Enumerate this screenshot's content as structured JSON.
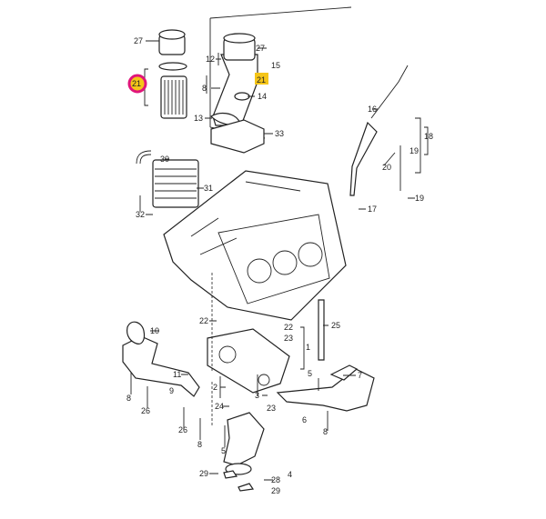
{
  "colors": {
    "highlight_fill": "#f5c518",
    "highlight_ring": "#e0157a",
    "line": "#222222"
  },
  "callouts": [
    "27",
    "12",
    "27",
    "15",
    "21",
    "21",
    "8",
    "14",
    "13",
    "33",
    "16",
    "18",
    "19",
    "20",
    "30",
    "31",
    "32",
    "17",
    "19",
    "22",
    "22",
    "23",
    "1",
    "25",
    "10",
    "11",
    "5",
    "7",
    "2",
    "3",
    "23",
    "8",
    "26",
    "9",
    "24",
    "6",
    "26",
    "8",
    "8",
    "5",
    "29",
    "4",
    "28",
    "29"
  ]
}
